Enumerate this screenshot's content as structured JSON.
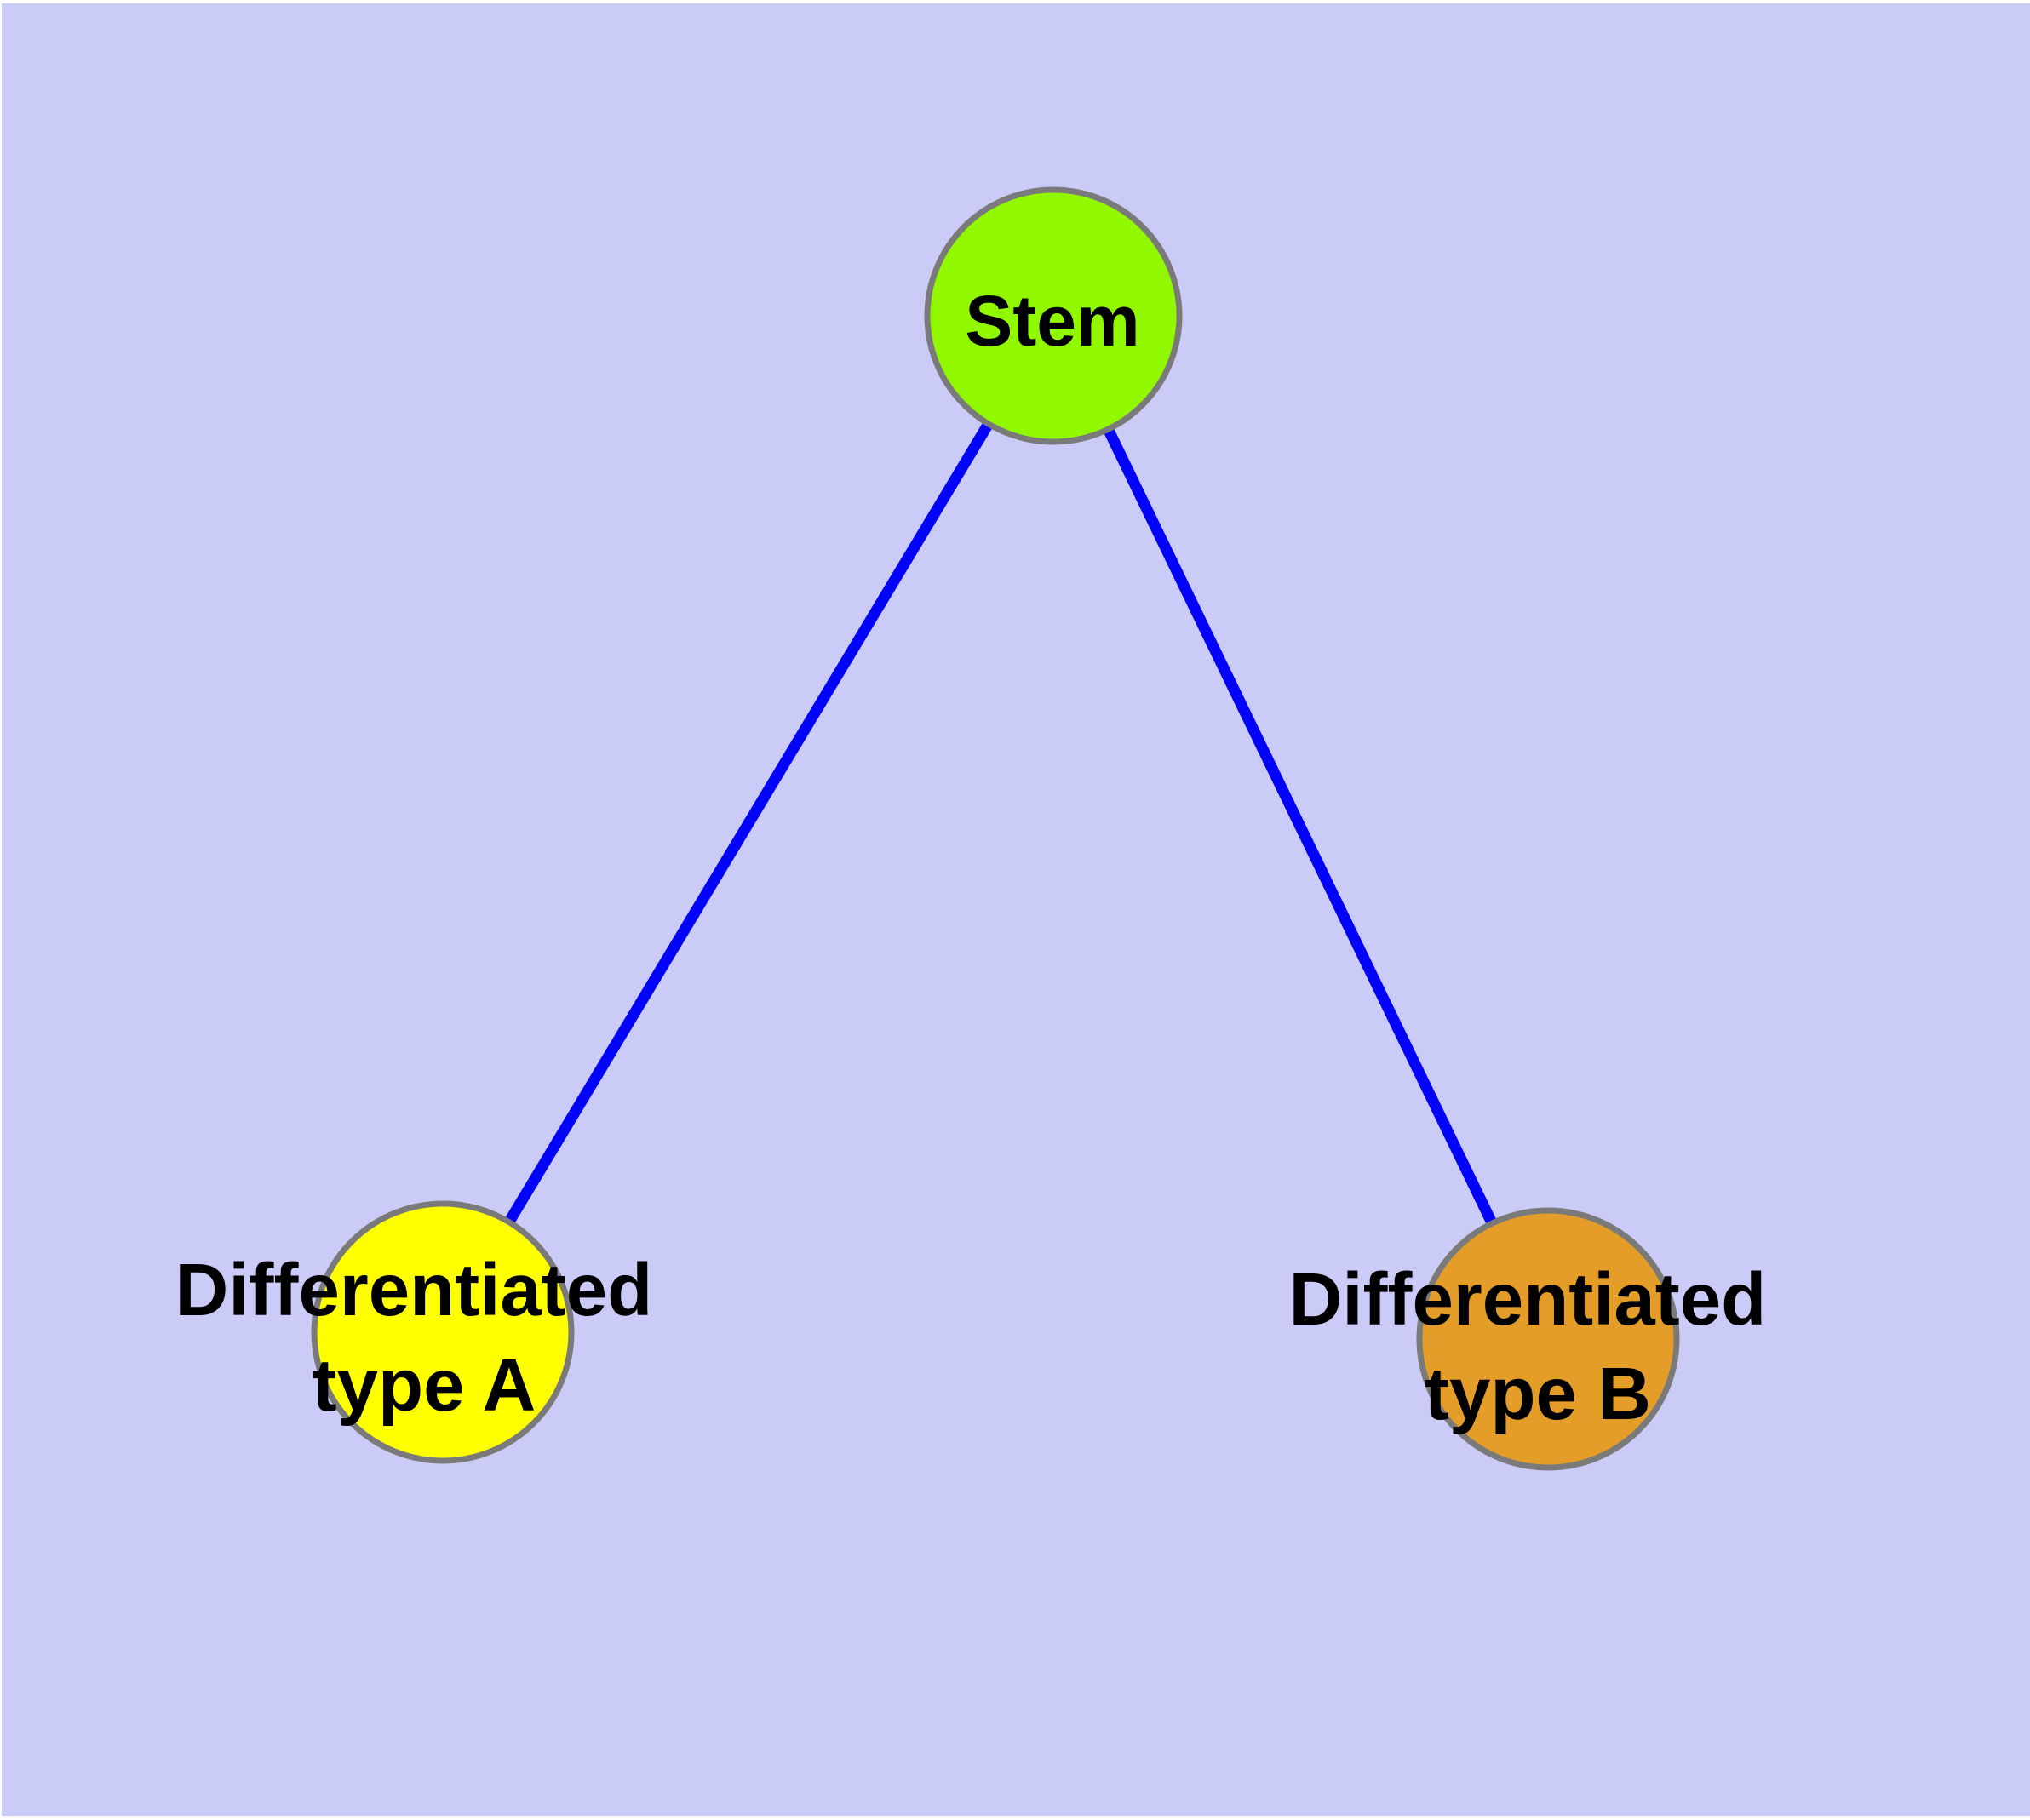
{
  "diagram": {
    "background_color": "#CBCBF7",
    "margin_color": "#FFFFFF",
    "edge_color": "#0303F7",
    "node_border_color": "#7A7A7A",
    "text_color": "#000000",
    "nodes": [
      {
        "id": "stem",
        "label_lines": [
          "Stem"
        ],
        "fill": "#92F800"
      },
      {
        "id": "differentiated-type-a",
        "label_lines": [
          "Differentiated",
          "type A"
        ],
        "fill": "#FFFF00"
      },
      {
        "id": "differentiated-type-b",
        "label_lines": [
          "Differentiated",
          "type B"
        ],
        "fill": "#E39D28"
      }
    ],
    "edges": [
      {
        "from": "stem",
        "to": "differentiated-type-a"
      },
      {
        "from": "stem",
        "to": "differentiated-type-b"
      }
    ]
  }
}
